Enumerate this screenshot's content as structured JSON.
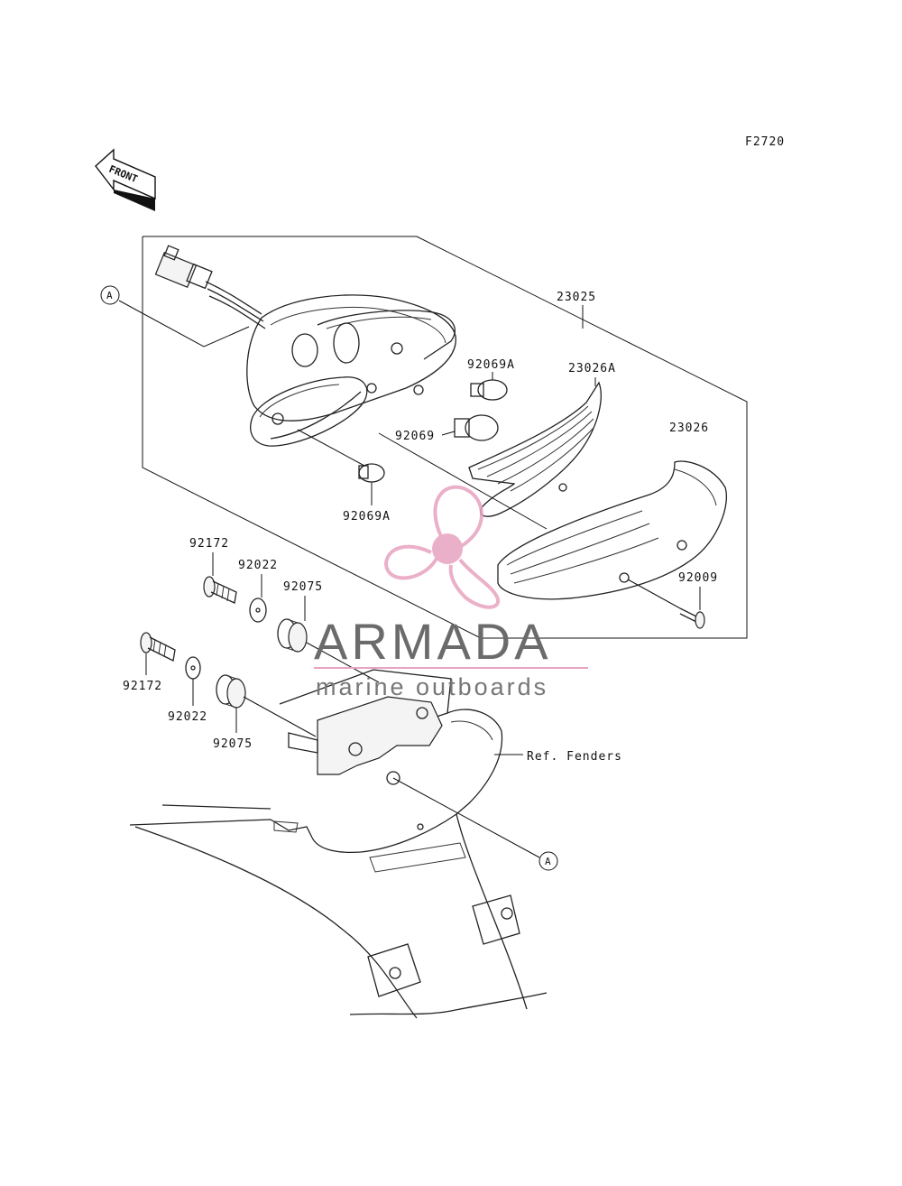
{
  "diagram_code": "F2720",
  "front_label": "FRONT",
  "callout_a": "A",
  "parts": {
    "p23025": "23025",
    "p23026A": "23026A",
    "p23026": "23026",
    "p92069A_top": "92069A",
    "p92069": "92069",
    "p92069A_bottom": "92069A",
    "p92009": "92009",
    "p92172_top": "92172",
    "p92022_top": "92022",
    "p92075_top": "92075",
    "p92172_bottom": "92172",
    "p92022_bottom": "92022",
    "p92075_bottom": "92075",
    "ref_fenders": "Ref. Fenders"
  },
  "watermark": {
    "brand": "ARMADA",
    "tagline": "marine outboards",
    "accent_color": "#e8a3c0"
  }
}
